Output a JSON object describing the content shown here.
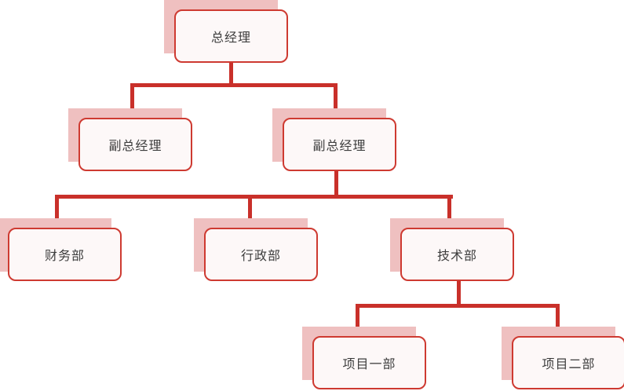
{
  "diagram": {
    "type": "org-chart",
    "colors": {
      "connector": "#c9302a",
      "node_border": "#ce3a31",
      "node_fill": "#fdf8f8",
      "node_shadow": "#efc0c0",
      "text": "#3d3d3d",
      "background": "#ffffff"
    }
  },
  "nodes": [
    {
      "id": "general-manager",
      "label": "总经理",
      "level": 1,
      "parent": null
    },
    {
      "id": "deputy-gm-1",
      "label": "副总经理",
      "level": 2,
      "parent": "general-manager"
    },
    {
      "id": "deputy-gm-2",
      "label": "副总经理",
      "level": 2,
      "parent": "general-manager"
    },
    {
      "id": "finance-dept",
      "label": "财务部",
      "level": 3,
      "parent": "deputy-gm-2"
    },
    {
      "id": "admin-dept",
      "label": "行政部",
      "level": 3,
      "parent": "deputy-gm-2"
    },
    {
      "id": "tech-dept",
      "label": "技术部",
      "level": 3,
      "parent": "deputy-gm-2"
    },
    {
      "id": "project-dept-1",
      "label": "项目一部",
      "level": 4,
      "parent": "tech-dept"
    },
    {
      "id": "project-dept-2",
      "label": "项目二部",
      "level": 4,
      "parent": "tech-dept"
    }
  ]
}
